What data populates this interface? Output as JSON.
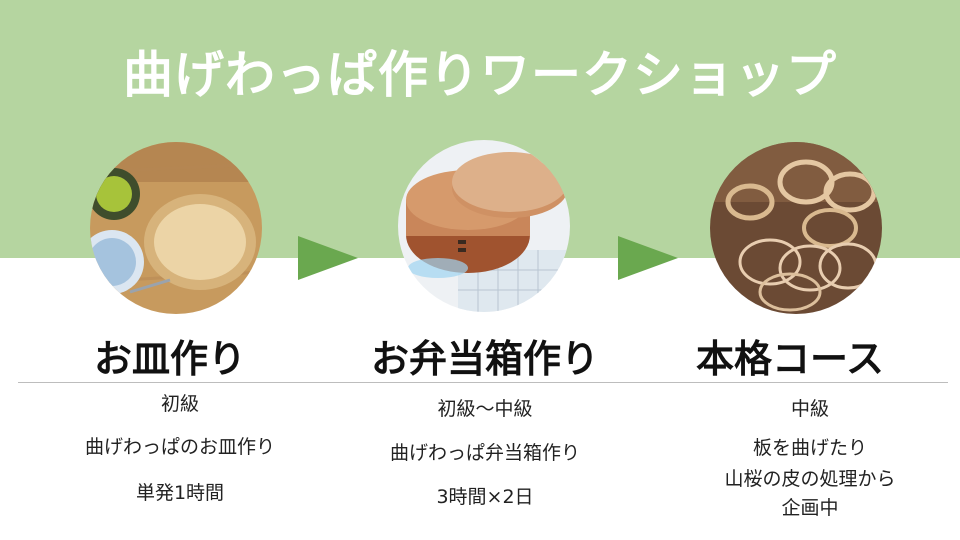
{
  "title": "曲げわっぱ作りワークショップ",
  "colors": {
    "top_band": "#b5d5a0",
    "arrow": "#6aa84f",
    "title_text": "#ffffff"
  },
  "courses": [
    {
      "name": "お皿作り",
      "level": "初級",
      "description": "曲げわっぱのお皿作り",
      "duration": "単発1時間"
    },
    {
      "name": "お弁当箱作り",
      "level": "初級〜中級",
      "description": "曲げわっぱ弁当箱作り",
      "duration": "3時間×2日"
    },
    {
      "name": "本格コース",
      "level": "中級",
      "description_lines": [
        "板を曲げたり",
        "山桜の皮の処理から",
        "企画中"
      ]
    }
  ]
}
